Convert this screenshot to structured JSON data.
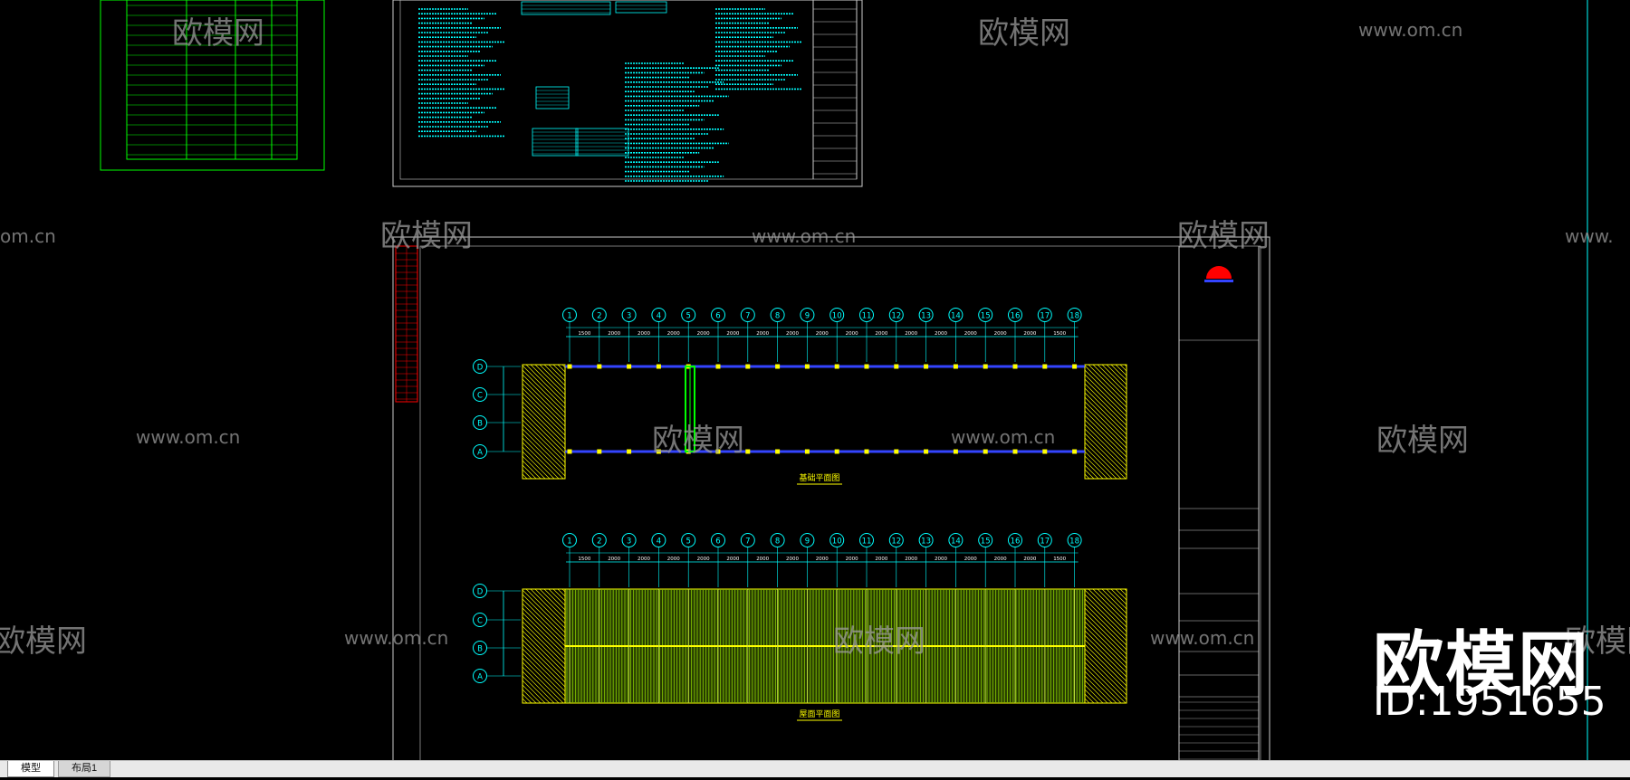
{
  "tabs": [
    {
      "label": "模型",
      "active": true
    },
    {
      "label": "布局1",
      "active": false
    }
  ],
  "watermark": {
    "brand": "欧模网",
    "site": "www.om.cn",
    "fragment_site": "om.cn",
    "fragment_site2": "www.",
    "fragment_brand": "欧模网",
    "id_label": "ID:1951655"
  },
  "drawing": {
    "axis_numbers": [
      "1",
      "2",
      "3",
      "4",
      "5",
      "6",
      "7",
      "8",
      "9",
      "10",
      "11",
      "12",
      "13",
      "14",
      "15",
      "16",
      "17",
      "18"
    ],
    "row_letters": [
      "D",
      "C",
      "B",
      "A"
    ],
    "dims": [
      "1500",
      "2000",
      "2000",
      "2000",
      "2000",
      "2000",
      "2000",
      "2000",
      "2000",
      "2000",
      "2000",
      "2000",
      "2000",
      "2000",
      "2000",
      "2000",
      "1500"
    ],
    "plan1_title": "基础平面图",
    "plan2_title": "屋面平面图"
  },
  "colors": {
    "background": "#000000",
    "line_cyan": "#00ffff",
    "line_green": "#00ff00",
    "line_yellow": "#ffff00",
    "line_blue": "#3344ff",
    "line_white": "#ffffff",
    "accent_red": "#ff0000"
  }
}
